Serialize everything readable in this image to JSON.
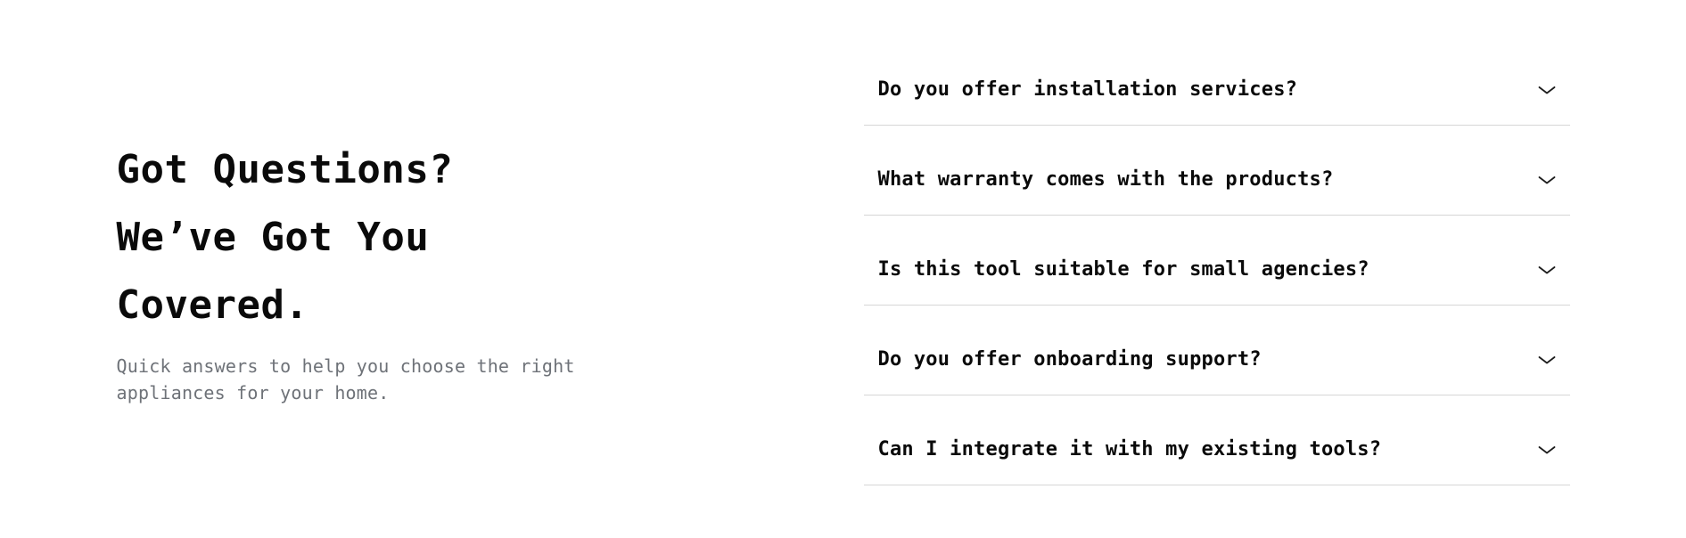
{
  "intro": {
    "heading_lines": [
      "Got Questions?",
      "We’ve Got You",
      "Covered."
    ],
    "subtitle": "Quick answers to help you choose the right appliances for your home."
  },
  "faq": {
    "items": [
      {
        "question": "Do you offer installation services?",
        "expanded": false,
        "icon": "chevron-down-icon"
      },
      {
        "question": "What warranty comes with the products?",
        "expanded": false,
        "icon": "chevron-down-icon"
      },
      {
        "question": "Is this tool suitable for small agencies?",
        "expanded": false,
        "icon": "chevron-down-icon"
      },
      {
        "question": "Do you offer onboarding support?",
        "expanded": false,
        "icon": "chevron-down-icon"
      },
      {
        "question": "Can I integrate it with my existing tools?",
        "expanded": false,
        "icon": "chevron-down-icon"
      }
    ]
  },
  "colors": {
    "background": "#ffffff",
    "heading_text": "#0a0a0a",
    "question_text": "#0a0a0a",
    "subtitle_text": "#6e7278",
    "divider": "#d6d6d6",
    "chevron": "#1c1c1c"
  }
}
